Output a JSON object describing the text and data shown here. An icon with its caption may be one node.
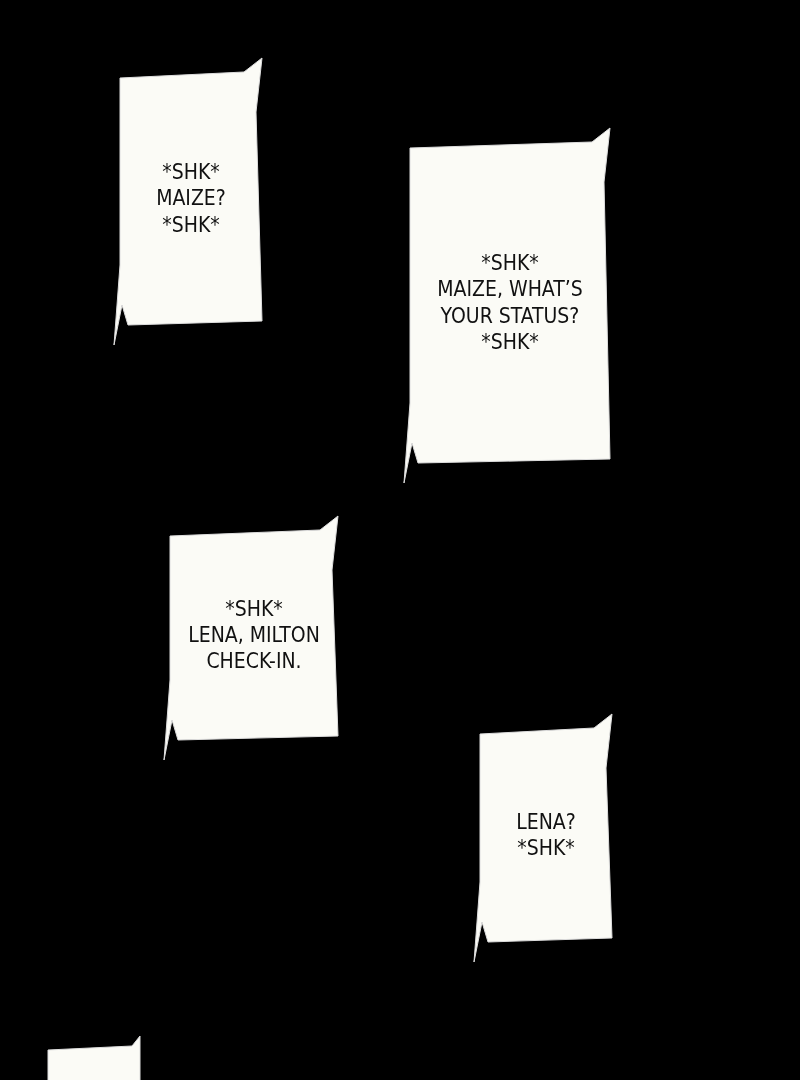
{
  "diagram": {
    "nodes": [
      {
        "text": [
          "*SHK*",
          "MAIZE?",
          "*SHK*"
        ]
      },
      {
        "text": [
          "*SHK*",
          "MAIZE, WHAT’S YOUR STATUS?",
          "*SHK*"
        ]
      },
      {
        "text": [
          "*SHK*",
          "LENA, MILTON CHECK-IN."
        ]
      },
      {
        "text": [
          "LENA?",
          "*SHK*"
        ]
      },
      {
        "text": [],
        "shape": "box"
      }
    ]
  }
}
